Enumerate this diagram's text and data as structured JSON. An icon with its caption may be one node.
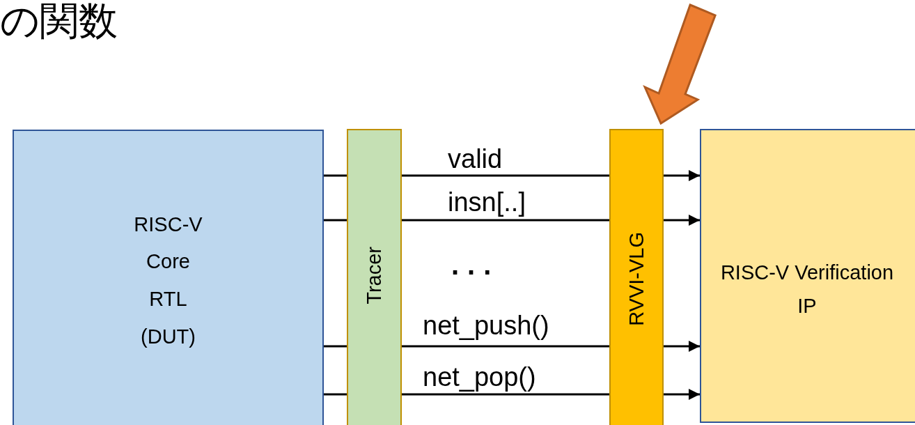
{
  "diagram": {
    "title": "の関数",
    "nodes": [
      {
        "text": [
          "RISC-V Core RTL (DUT)"
        ]
      },
      {
        "text": [
          "Tracer"
        ]
      },
      {
        "text": [
          "RVVI-VLG"
        ]
      },
      {
        "text": [
          "RISC-V Verification IP"
        ]
      }
    ],
    "edges": [
      {
        "from": 0,
        "to": 1,
        "arrow": "none"
      },
      {
        "from": 1,
        "to": 2,
        "arrow": "none",
        "label": "valid"
      },
      {
        "from": 2,
        "to": 3,
        "arrow": "to"
      },
      {
        "from": 0,
        "to": 1,
        "arrow": "none"
      },
      {
        "from": 1,
        "to": 2,
        "arrow": "none",
        "label": "insn[..]"
      },
      {
        "from": 2,
        "to": 3,
        "arrow": "to"
      },
      {
        "from": 0,
        "to": 1,
        "arrow": "none"
      },
      {
        "from": 1,
        "to": 2,
        "arrow": "none",
        "label": "net_push()"
      },
      {
        "from": 2,
        "to": 3,
        "arrow": "to"
      },
      {
        "from": 0,
        "to": 1,
        "arrow": "none"
      },
      {
        "from": 1,
        "to": 2,
        "arrow": "none",
        "label": "net_pop()"
      },
      {
        "from": 2,
        "to": 3,
        "arrow": "to"
      },
      {
        "from": null,
        "to": 2,
        "arrow": "to",
        "style": "thick",
        "color": "#ed7d31"
      }
    ],
    "labels": [
      "..."
    ]
  }
}
